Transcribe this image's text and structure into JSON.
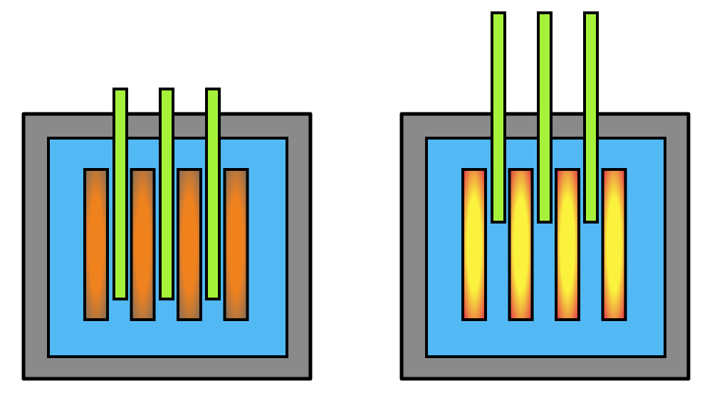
{
  "colors": {
    "vessel": "#8a8a8a",
    "coolant": "#52b9f5",
    "control_rod": "#a6f23a",
    "outline": "#000000",
    "fuel_low": {
      "core": "#f0821e",
      "edge": "#7a6a5e"
    },
    "fuel_high": {
      "core": "#fbf23d",
      "edge": "#df2747"
    }
  },
  "reactors": [
    {
      "state": "rods-inserted",
      "fuel_glow": "fuel_low",
      "fuel_rod_count": 4,
      "control_rod_count": 3,
      "control_rod_insertion_fraction": 0.8
    },
    {
      "state": "rods-withdrawn",
      "fuel_glow": "fuel_high",
      "fuel_rod_count": 4,
      "control_rod_count": 3,
      "control_rod_insertion_fraction": 0.3
    }
  ]
}
